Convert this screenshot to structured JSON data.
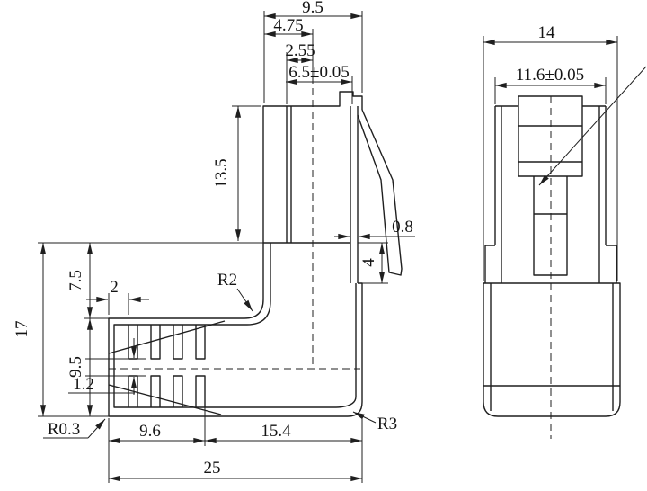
{
  "side": {
    "width_top": "9.5",
    "half_width": "4.75",
    "slot_offset": "2.55",
    "contact_width": "6.5±0.05",
    "plug_height": "13.5",
    "wall_thickness": "0.8",
    "latch_depth": "4",
    "inner_radius": "R2",
    "rib_start_offset": "2",
    "overall_height": "17",
    "upper_height": "7.5",
    "lower_height": "9.5",
    "center_gap": "1.2",
    "corner_radius_min": "R0.3",
    "rib_section_length": "9.6",
    "body_length": "15.4",
    "overall_length": "25",
    "corner_radius": "R3"
  },
  "rear": {
    "overall_width": "14",
    "body_width": "11.6±0.05"
  }
}
